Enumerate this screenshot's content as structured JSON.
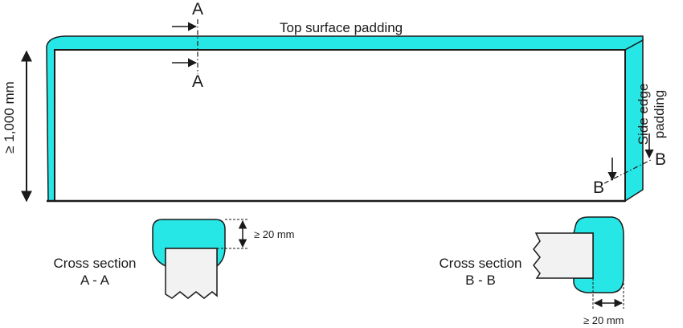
{
  "labels": {
    "top_padding": "Top surface padding",
    "side_padding_line1": "Side edge",
    "side_padding_line2": "padding",
    "height_dimension": "≥ 1,000 mm",
    "section_a_top": "A",
    "section_a_bottom": "A",
    "section_b_right": "B",
    "section_b_left": "B",
    "cross_section_a_line1": "Cross section",
    "cross_section_a_line2": "A - A",
    "cross_section_b_line1": "Cross section",
    "cross_section_b_line2": "B - B",
    "min_thickness_a": "≥ 20 mm",
    "min_thickness_b": "≥ 20 mm"
  },
  "colors": {
    "padding": "#27e6e6",
    "outline": "#1a1a1a",
    "board": "#f2f2f2"
  }
}
